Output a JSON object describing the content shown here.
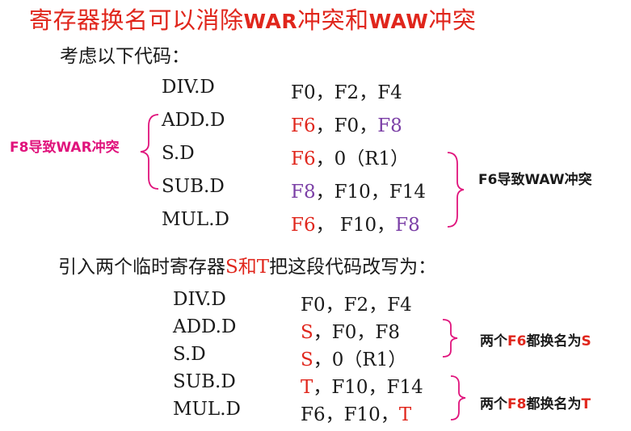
{
  "title": {
    "part1": "寄存器换名可以消除",
    "part2": "WAR",
    "part3": "冲突和",
    "part4": "WAW",
    "part5": "冲突"
  },
  "intro": "考虑以下代码：",
  "code1": [
    {
      "op": "DIV.D",
      "a": "F0",
      "s1": "，",
      "b": "F2",
      "s2": "，",
      "c": "F4"
    },
    {
      "op": "ADD.D",
      "a": "F6",
      "s1": "，",
      "b": "F0",
      "s2": "，",
      "c": "F8"
    },
    {
      "op": "S.D",
      "a": "F6",
      "s1": "，",
      "b": "0（R1）",
      "s2": "",
      "c": ""
    },
    {
      "op": "SUB.D",
      "a": "F8",
      "s1": "，",
      "b": "F10",
      "s2": "，",
      "c": "F14"
    },
    {
      "op": "MUL.D",
      "a": "F6",
      "s1": "，",
      "b": "F10",
      "s2": "，",
      "c": "F8"
    }
  ],
  "note_war": "F8导致WAR冲突",
  "note_waw": "F6导致WAW冲突",
  "rename_intro": {
    "p1": "引入两个临时寄存器",
    "p2": "S",
    "p3": "和",
    "p4": "T",
    "p5": "把这段代码改写为："
  },
  "code2": [
    {
      "op": "DIV.D",
      "a": "F0",
      "s1": "，",
      "b": "F2",
      "s2": "，",
      "c": "F4"
    },
    {
      "op": "ADD.D",
      "a": "S",
      "s1": "，",
      "b": "F0",
      "s2": "，",
      "c": "F8"
    },
    {
      "op": "S.D",
      "a": "S",
      "s1": "，",
      "b": "0（R1）",
      "s2": "",
      "c": ""
    },
    {
      "op": "SUB.D",
      "a": "T",
      "s1": "，",
      "b": "F10",
      "s2": "，",
      "c": "F14"
    },
    {
      "op": "MUL.D",
      "a": "F6",
      "s1": "，",
      "b": "F10",
      "s2": "，",
      "c": "T"
    }
  ],
  "note_s": {
    "p1": "两个",
    "p2": "F6",
    "p3": "都换名为",
    "p4": "S"
  },
  "note_t": {
    "p1": "两个",
    "p2": "F8",
    "p3": "都换名为",
    "p4": "T"
  },
  "colors": {
    "red": "#e0261c",
    "purple": "#7b3fa6",
    "magenta": "#e0137c"
  }
}
